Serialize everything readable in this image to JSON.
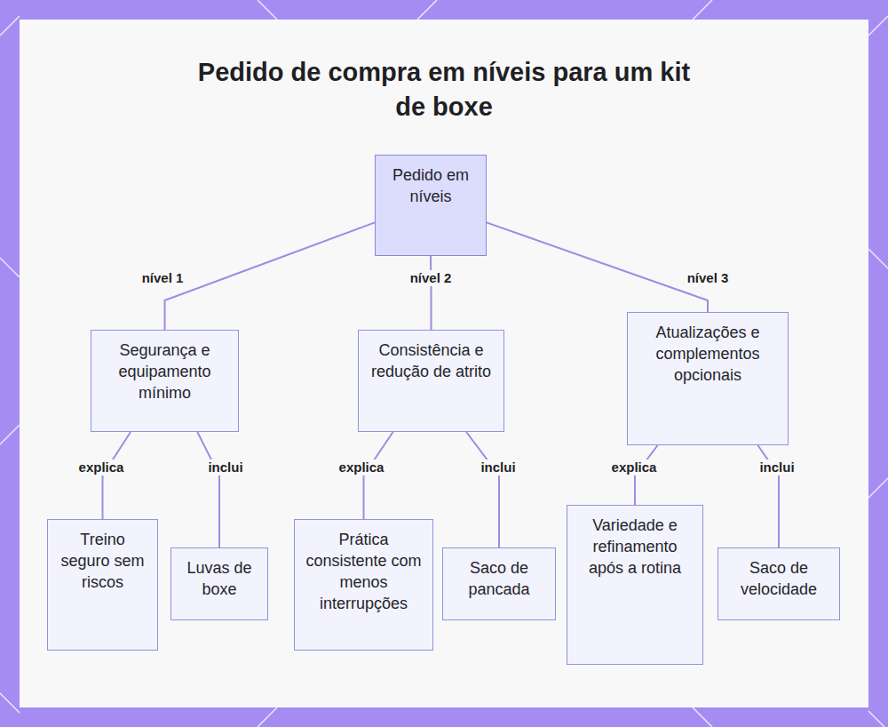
{
  "diagram": {
    "title": "Pedido de compra em níveis para um kit de boxe",
    "nodes": [
      {
        "text": [
          "Pedido em níveis"
        ]
      },
      {
        "text": [
          "Segurança e equipamento mínimo"
        ]
      },
      {
        "text": [
          "Consistência e redução de atrito"
        ]
      },
      {
        "text": [
          "Atualizações e complementos opcionais"
        ]
      },
      {
        "text": [
          "Treino seguro sem riscos"
        ]
      },
      {
        "text": [
          "Luvas de boxe"
        ]
      },
      {
        "text": [
          "Prática consistente com menos interrupções"
        ]
      },
      {
        "text": [
          "Saco de pancada"
        ]
      },
      {
        "text": [
          "Variedade e refinamento após a rotina"
        ]
      },
      {
        "text": [
          "Saco de velocidade"
        ]
      }
    ],
    "edges": [
      {
        "from": 0,
        "to": 1,
        "label": "nível 1",
        "arrow": "none"
      },
      {
        "from": 0,
        "to": 2,
        "label": "nível 2",
        "arrow": "none"
      },
      {
        "from": 0,
        "to": 3,
        "label": "nível 3",
        "arrow": "none"
      },
      {
        "from": 1,
        "to": 4,
        "label": "explica",
        "arrow": "none"
      },
      {
        "from": 1,
        "to": 5,
        "label": "inclui",
        "arrow": "none"
      },
      {
        "from": 2,
        "to": 6,
        "label": "explica",
        "arrow": "none"
      },
      {
        "from": 2,
        "to": 7,
        "label": "inclui",
        "arrow": "none"
      },
      {
        "from": 3,
        "to": 8,
        "label": "explica",
        "arrow": "none"
      },
      {
        "from": 3,
        "to": 9,
        "label": "inclui",
        "arrow": "none"
      }
    ]
  }
}
